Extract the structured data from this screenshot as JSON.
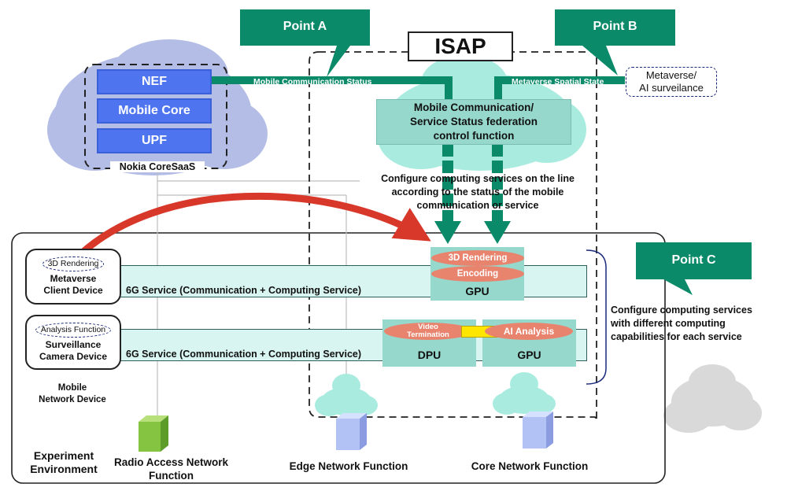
{
  "callouts": {
    "point_a": "Point A",
    "point_b": "Point B",
    "point_c": "Point C"
  },
  "isap": {
    "title": "ISAP"
  },
  "nokia": {
    "items": [
      "NEF",
      "Mobile Core",
      "UPF"
    ],
    "caption": "Nokia CoreSaaS"
  },
  "flows": {
    "mobile_status": "Mobile Communication Status",
    "metaverse_state": "Metaverse Spatial State"
  },
  "external": {
    "line1": "Metaverse/",
    "line2": "AI surveilance"
  },
  "control_function": {
    "line1": "Mobile Communication/",
    "line2": "Service Status federation",
    "line3": "control function"
  },
  "configure_line": {
    "line1": "Configure computing services on the line",
    "line2": "according to the status of the mobile",
    "line3": "communication or service"
  },
  "configure_right": {
    "line1": "Configure computing services",
    "line2": "with different computing",
    "line3": "capabilities for each service"
  },
  "devices": {
    "metaverse": {
      "pill": "3D Rendering",
      "line1": "Metaverse",
      "line2": "Client Device"
    },
    "surveillance": {
      "pill": "Analysis Function",
      "line1": "Surveillance",
      "line2": "Camera Device"
    },
    "mobile_label": {
      "line1": "Mobile",
      "line2": "Network Device"
    }
  },
  "services": {
    "row1": "6G Service (Communication + Computing Service)",
    "row2": "6G Service (Communication + Computing Service)"
  },
  "compute": {
    "gpu_top": "GPU",
    "rendering": "3D Rendering",
    "encoding": "Encoding",
    "dpu": "DPU",
    "gpu_bottom": "GPU",
    "video_term_1": "Video",
    "video_term_2": "Termination",
    "ai_analysis": "AI Analysis"
  },
  "environment": {
    "label1": "Experiment",
    "label2": "Environment",
    "ran1": "Radio Access Network",
    "ran2": "Function",
    "edge": "Edge Network Function",
    "core": "Core Network Function"
  },
  "colors": {
    "callout_green": "#0b8a6a",
    "nokia_blue": "#4f74f0",
    "teal_panel": "#96d8cc",
    "salmon": "#e8846e",
    "red_arrow": "#d8382a",
    "gray_cloud": "#d9d9d9"
  }
}
